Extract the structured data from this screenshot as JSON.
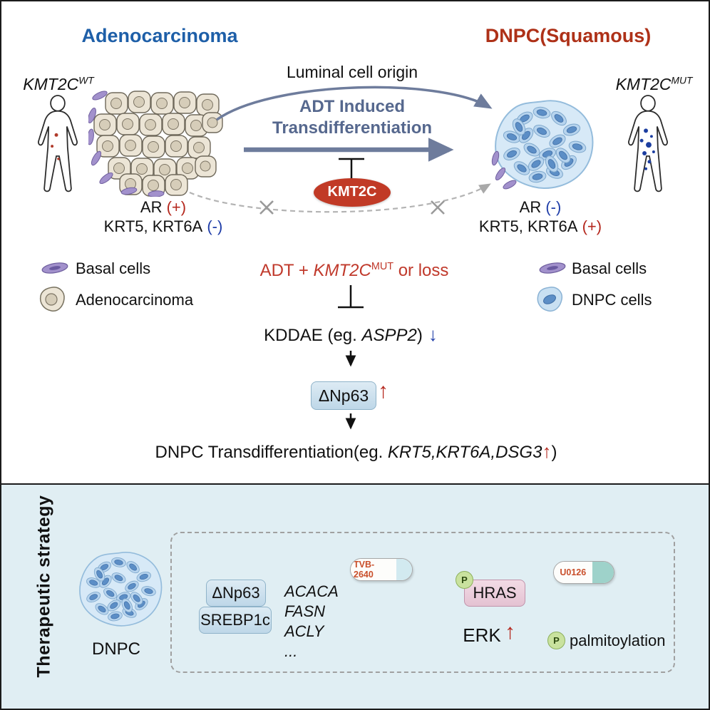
{
  "colors": {
    "accent_blue": "#1e5fa8",
    "accent_red": "#ae3118",
    "arrow_gray_blue": "#6e7c9c",
    "signal_red": "#b5281e",
    "signal_blue": "#1f3da8",
    "kmt2c_oval": "#c13a26",
    "panel_blue": "#e0eef3",
    "basal_purple": "#a291cc",
    "dnpc_cell_blue": "#5c8ec6"
  },
  "icons": {
    "up_arrow": "↑",
    "down_arrow": "↓"
  },
  "top": {
    "left_heading": "Adenocarcinoma",
    "right_heading": "DNPC(Squamous)",
    "kmt2c_wt": {
      "gene": "KMT2C",
      "sup": "WT"
    },
    "kmt2c_mut": {
      "gene": "KMT2C",
      "sup": "MUT"
    },
    "luminal_label": "Luminal cell origin",
    "adt_line1": "ADT Induced",
    "adt_line2": "Transdifferentiation",
    "kmt2c_oval": "KMT2C",
    "left_markers": {
      "ar": "AR",
      "ar_sign": "(+)",
      "krt": "KRT5, KRT6A",
      "krt_sign": "(-)"
    },
    "right_markers": {
      "ar": "AR",
      "ar_sign": "(-)",
      "krt": "KRT5, KRT6A",
      "krt_sign": "(+)"
    },
    "legend_left": {
      "basal": "Basal cells",
      "adeno": "Adenocarcinoma"
    },
    "legend_right": {
      "basal": "Basal cells",
      "dnpc": "DNPC cells"
    }
  },
  "pathway": {
    "trigger": {
      "prefix": "ADT + ",
      "gene": "KMT2C",
      "sup": "MUT",
      "suffix": " or loss"
    },
    "kddae": {
      "prefix": "KDDAE (eg. ",
      "gene": "ASPP2",
      "suffix": ")"
    },
    "np63": "ΔNp63",
    "transdiff": {
      "prefix": "DNPC Transdifferentiation(eg. ",
      "genes": "KRT5,KRT6A,DSG3",
      "suffix": ")"
    }
  },
  "bottom": {
    "side_label": "Therapeutic strategy",
    "dnpc_label": "DNPC",
    "np63_box": "ΔNp63",
    "srebp_box": "SREBP1c",
    "genes": [
      "ACACA",
      "FASN",
      "ACLY",
      "..."
    ],
    "tvb_drug": "TVB-2640",
    "hras": "HRAS",
    "p_mark": "P",
    "erk": "ERK",
    "u0126_drug": "U0126",
    "palmitoylation": "palmitoylation"
  }
}
